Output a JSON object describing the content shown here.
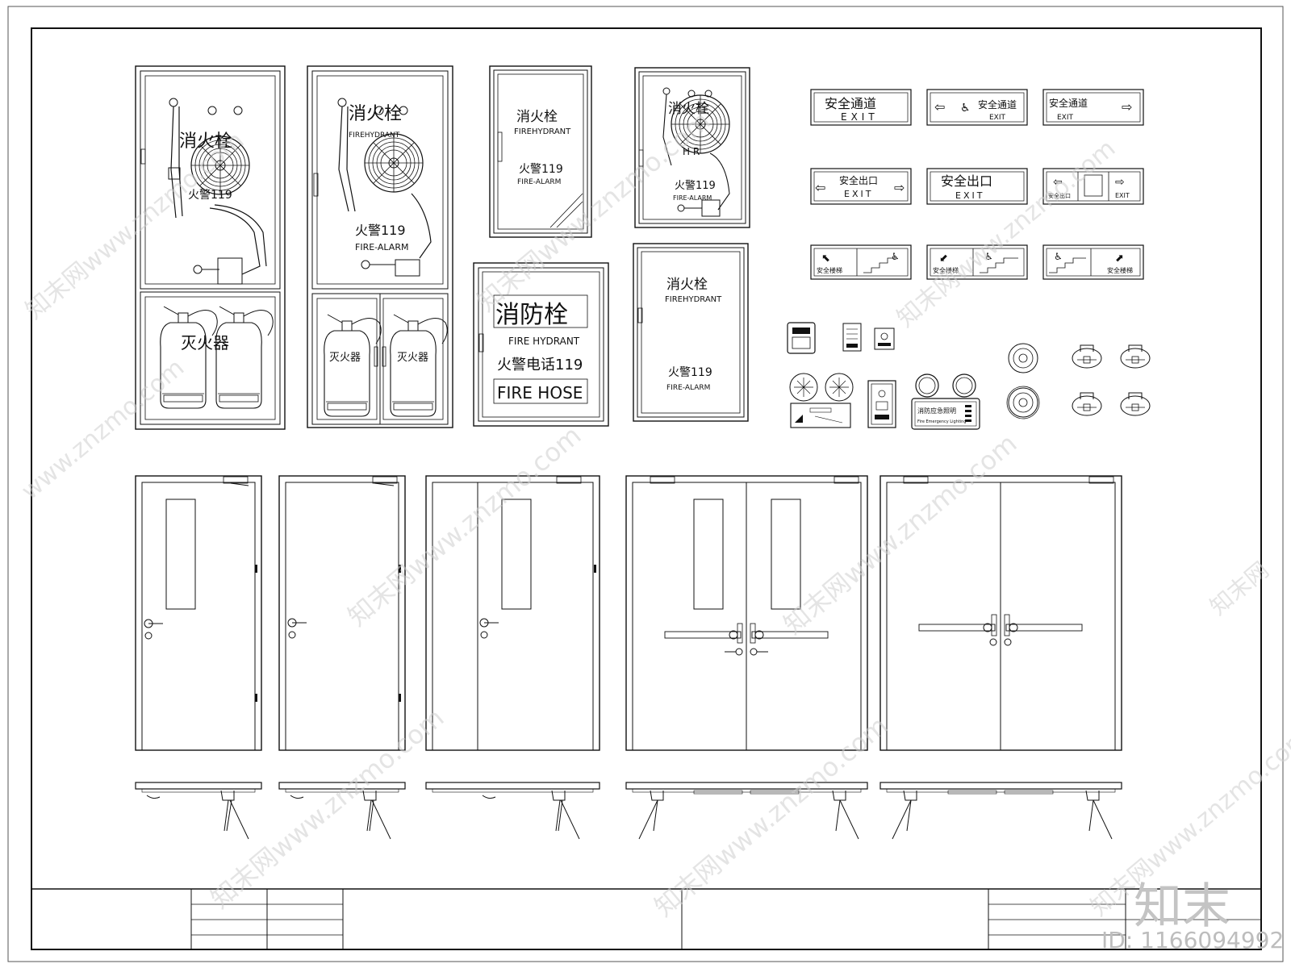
{
  "cabinets": {
    "c1_hydrant": "消火栓",
    "c1_alarm": "火警119",
    "c1_extinguisher": "灭火器",
    "c2_hydrant": "消火栓",
    "c2_hydrant_en": "FIREHYDRANT",
    "c2_alarm": "火警119",
    "c2_alarm_en": "FIRE-ALARM",
    "c2_ext_left": "灭火器",
    "c2_ext_right": "灭火器",
    "c3_hydrant": "消火栓",
    "c3_hydrant_en": "FIREHYDRANT",
    "c3_alarm": "火警119",
    "c3_alarm_en": "FIRE-ALARM",
    "c4_hydrant": "消火栓",
    "c4_hr": "H R",
    "c4_alarm": "火警119",
    "c4_alarm_en": "FIRE-ALARM",
    "c5_title": "消防栓",
    "c5_en": "FIRE HYDRANT",
    "c5_phone": "火警电话119",
    "c5_hose": "FIRE HOSE",
    "c6_hydrant": "消火栓",
    "c6_hydrant_en": "FIREHYDRANT",
    "c6_alarm": "火警119",
    "c6_alarm_en": "FIRE-ALARM"
  },
  "signs": {
    "s1_cn": "安全通道",
    "s1_en": "EXIT",
    "s2_cn": "安全通道",
    "s2_en": "EXIT",
    "s3_cn": "安全通道",
    "s3_en": "EXIT",
    "s4_cn": "安全出口",
    "s4_en": "EXIT",
    "s5_cn": "安全出口",
    "s5_en": "EXIT",
    "s6_left": "安全出口",
    "s6_right": "EXIT",
    "s7_label": "安全楼梯",
    "s8_label": "安全楼梯",
    "s9_label": "安全楼梯"
  },
  "devices": {
    "emergency_light_cn": "消防应急照明",
    "emergency_light_en": "Fire Emergency Lighting"
  },
  "watermarks": {
    "domain": "www.znzmo.com",
    "brand": "知末网",
    "logo": "知末",
    "id": "ID: 1166094992"
  }
}
